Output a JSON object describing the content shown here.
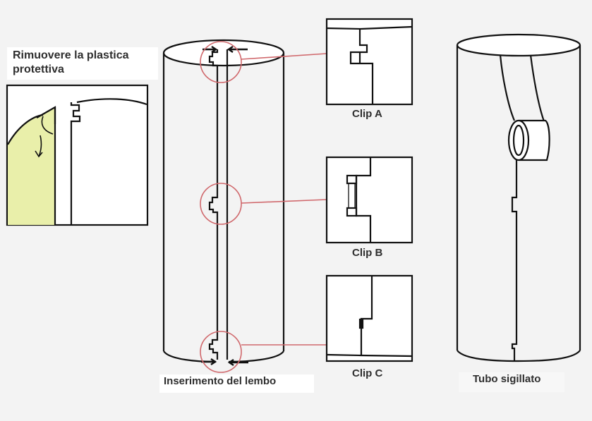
{
  "colors": {
    "background": "#f3f3f3",
    "line": "#111111",
    "callout": "#d0686c",
    "plastic_fill": "#e9efaa",
    "text": "#2e2e2e"
  },
  "labels": {
    "remove_plastic": "Rimuovere la plastica protettiva",
    "clip_a": "Clip A",
    "clip_b": "Clip B",
    "clip_c": "Clip C",
    "flap_insertion": "Inserimento del lembo",
    "sealed_tube": "Tubo sigillato"
  },
  "panels": [
    {
      "id": "remove-plastic",
      "caption": "Rimuovere la plastica protettiva"
    },
    {
      "id": "flap-insertion",
      "caption": "Inserimento del lembo",
      "callouts": [
        "Clip A",
        "Clip B",
        "Clip C"
      ]
    },
    {
      "id": "sealed-tube",
      "caption": "Tubo sigillato"
    }
  ]
}
